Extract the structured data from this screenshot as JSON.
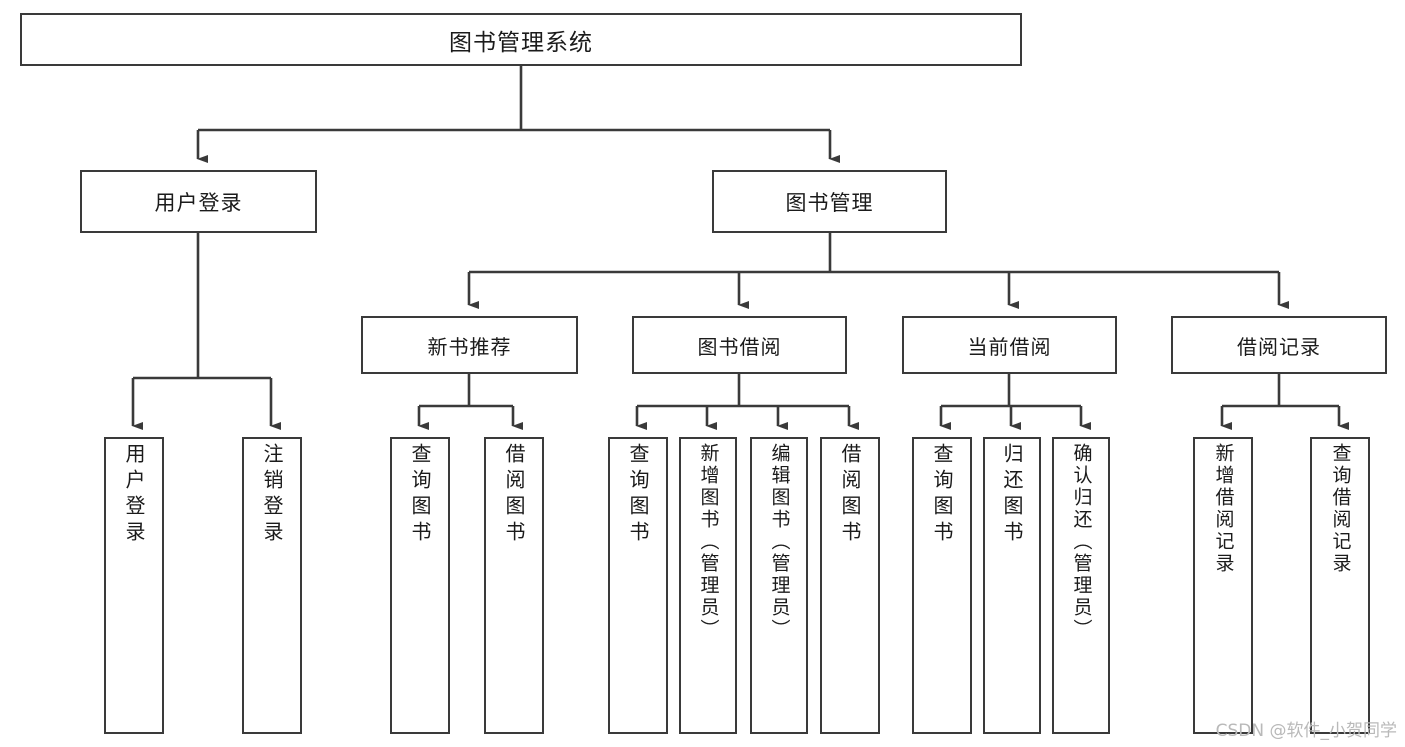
{
  "diagram": {
    "title": "图书管理系统",
    "type": "hierarchy-tree",
    "watermark": "CSDN @软件_小贺同学",
    "colors": {
      "box_border": "#3a3a3a",
      "box_fill": "#ffffff",
      "connector": "#3a3a3a",
      "text": "#1b1b1b",
      "watermark": "#b9b9b9"
    },
    "levels": {
      "root": {
        "label": "图书管理系统"
      },
      "level2": [
        {
          "id": "user-login",
          "label": "用户登录"
        },
        {
          "id": "book-manage",
          "label": "图书管理"
        }
      ],
      "level3": [
        {
          "id": "new-book-recommend",
          "label": "新书推荐",
          "parent": "book-manage"
        },
        {
          "id": "book-borrow",
          "label": "图书借阅",
          "parent": "book-manage"
        },
        {
          "id": "current-borrow",
          "label": "当前借阅",
          "parent": "book-manage"
        },
        {
          "id": "borrow-record",
          "label": "借阅记录",
          "parent": "book-manage"
        }
      ],
      "leaves": [
        {
          "id": "leaf-user-login",
          "label": "用户登录",
          "parent": "user-login"
        },
        {
          "id": "leaf-user-logout",
          "label": "注销登录",
          "parent": "user-login"
        },
        {
          "id": "leaf-query-book-1",
          "label": "查询图书",
          "parent": "new-book-recommend"
        },
        {
          "id": "leaf-borrow-book-1",
          "label": "借阅图书",
          "parent": "new-book-recommend"
        },
        {
          "id": "leaf-query-book-2",
          "label": "查询图书",
          "parent": "book-borrow"
        },
        {
          "id": "leaf-add-book",
          "label": "新增图书（管理员）",
          "parent": "book-borrow"
        },
        {
          "id": "leaf-edit-book",
          "label": "编辑图书（管理员）",
          "parent": "book-borrow"
        },
        {
          "id": "leaf-borrow-book-2",
          "label": "借阅图书",
          "parent": "book-borrow"
        },
        {
          "id": "leaf-query-book-3",
          "label": "查询图书",
          "parent": "current-borrow"
        },
        {
          "id": "leaf-return-book",
          "label": "归还图书",
          "parent": "current-borrow"
        },
        {
          "id": "leaf-confirm-return",
          "label": "确认归还（管理员）",
          "parent": "current-borrow"
        },
        {
          "id": "leaf-add-record",
          "label": "新增借阅记录",
          "parent": "borrow-record"
        },
        {
          "id": "leaf-query-record",
          "label": "查询借阅记录",
          "parent": "borrow-record"
        }
      ]
    }
  }
}
